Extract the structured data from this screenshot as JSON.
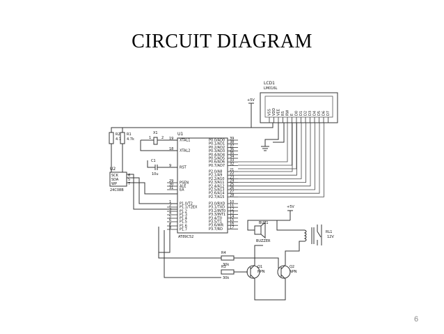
{
  "slide": {
    "title": "CIRCUIT DIAGRAM",
    "page_number": "6"
  },
  "lcd": {
    "name": "LCD1",
    "model": "LM016L",
    "pins": [
      "VSS",
      "VDD",
      "VEE",
      "RS",
      "RW",
      "E",
      "D0",
      "D1",
      "D2",
      "D3",
      "D4",
      "D5",
      "D6",
      "D7"
    ]
  },
  "power": {
    "vcc_top": "+5V",
    "vcc_relay": "+5V"
  },
  "resistors": {
    "r2_name": "R2",
    "r2_value": "4.7k",
    "r1_name": "R1",
    "r1_value": "4.7k",
    "r4_name": "R4",
    "r4_value": "30k",
    "r3_name": "R3",
    "r3_value": "30k"
  },
  "crystal": {
    "name": "X1"
  },
  "capacitor": {
    "name": "C1",
    "value": "10u"
  },
  "eeprom": {
    "name": "U2",
    "model": "24C08B",
    "pins": [
      "SCK",
      "SDA",
      "WP"
    ],
    "pin_nums": [
      "6",
      "5",
      "7"
    ]
  },
  "mcu": {
    "name": "U1",
    "model": "AT89C52",
    "left_pins": [
      {
        "num": "19",
        "label": "XTAL1"
      },
      {
        "num": "18",
        "label": "XTAL2"
      },
      {
        "num": "9",
        "label": "RST"
      },
      {
        "num": "29",
        "label": "PSEN"
      },
      {
        "num": "30",
        "label": "ALE"
      },
      {
        "num": "31",
        "label": "EA"
      },
      {
        "num": "1",
        "label": "P1.0/T2"
      },
      {
        "num": "2",
        "label": "P1.1/T2EX"
      },
      {
        "num": "3",
        "label": "P1.2"
      },
      {
        "num": "4",
        "label": "P1.3"
      },
      {
        "num": "5",
        "label": "P1.4"
      },
      {
        "num": "6",
        "label": "P1.5"
      },
      {
        "num": "7",
        "label": "P1.6"
      },
      {
        "num": "8",
        "label": "P1.7"
      }
    ],
    "right_pins": [
      {
        "num": "39",
        "label": "P0.0/AD0"
      },
      {
        "num": "38",
        "label": "P0.1/AD1"
      },
      {
        "num": "37",
        "label": "P0.2/AD2"
      },
      {
        "num": "36",
        "label": "P0.3/AD3"
      },
      {
        "num": "35",
        "label": "P0.4/AD4"
      },
      {
        "num": "34",
        "label": "P0.5/AD5"
      },
      {
        "num": "33",
        "label": "P0.6/AD6"
      },
      {
        "num": "32",
        "label": "P0.7/AD7"
      },
      {
        "num": "21",
        "label": "P2.0/A8"
      },
      {
        "num": "22",
        "label": "P2.1/A9"
      },
      {
        "num": "23",
        "label": "P2.2/A10"
      },
      {
        "num": "24",
        "label": "P2.3/A11"
      },
      {
        "num": "25",
        "label": "P2.4/A12"
      },
      {
        "num": "26",
        "label": "P2.5/A13"
      },
      {
        "num": "27",
        "label": "P2.6/A14"
      },
      {
        "num": "28",
        "label": "P2.7/A15"
      },
      {
        "num": "10",
        "label": "P3.0/RXD"
      },
      {
        "num": "11",
        "label": "P3.1/TXD"
      },
      {
        "num": "12",
        "label": "P3.2/INT0"
      },
      {
        "num": "13",
        "label": "P3.3/INT1"
      },
      {
        "num": "14",
        "label": "P3.4/T0"
      },
      {
        "num": "15",
        "label": "P3.5/T1"
      },
      {
        "num": "16",
        "label": "P3.6/WR"
      },
      {
        "num": "17",
        "label": "P3.7/RD"
      }
    ]
  },
  "buzzer": {
    "name": "BUZ1",
    "label": "BUZZER"
  },
  "relay": {
    "name": "RL1",
    "value": "12V"
  },
  "transistors": {
    "q1_name": "Q1",
    "q1_type": "NPN",
    "q2_name": "Q2",
    "q2_type": "NPN"
  }
}
